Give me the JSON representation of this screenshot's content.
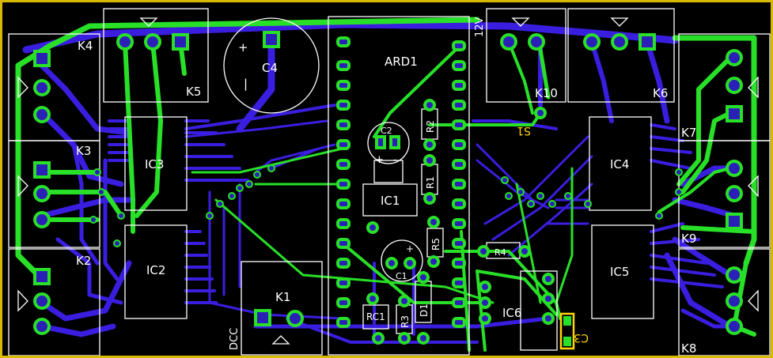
{
  "colors": {
    "background": "#000000",
    "border": "#d8b800",
    "bottom_copper": "#3a1ee0",
    "top_copper": "#28e028",
    "silkscreen": "#ffffff",
    "highlight": "#ffd400",
    "pad_hole": "#2a20b8"
  },
  "labels": {
    "k1": "K1",
    "k2": "K2",
    "k3": "K3",
    "k4": "K4",
    "k5": "K5",
    "k6": "K6",
    "k7": "K7",
    "k8": "K8",
    "k9": "K9",
    "k10": "K10",
    "ard1": "ARD1",
    "ic1": "IC1",
    "ic2": "IC2",
    "ic3": "IC3",
    "ic4": "IC4",
    "ic5": "IC5",
    "ic6": "IC6",
    "c1": "C1",
    "c2": "C2",
    "c3": "C3",
    "c4": "C4",
    "r1": "R1",
    "r2": "R2",
    "r3": "R3",
    "r4": "R4",
    "r5": "R5",
    "rc1": "RC1",
    "d1": "D1",
    "s1": "S1",
    "dcc": "DCC",
    "v12": "12V",
    "plus": "+",
    "minus": "-",
    "bar": "|"
  }
}
